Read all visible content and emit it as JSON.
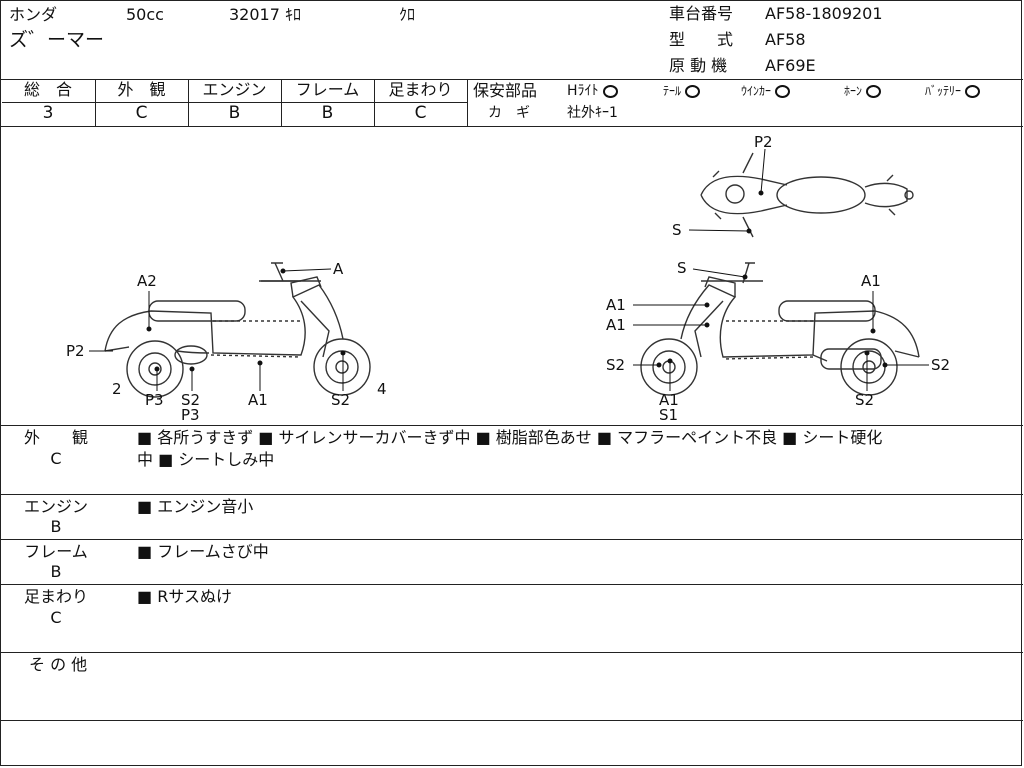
{
  "header": {
    "maker": "ホンダ",
    "displacement": "50cc",
    "mileage": "32017 ｷﾛ",
    "color": "ｸﾛ",
    "model_name": "ズ゛ーマー",
    "frame_no_label": "車台番号",
    "frame_no_value": "AF58-1809201",
    "type_label": "型　　式",
    "type_value": "AF58",
    "engine_label": "原 動 機",
    "engine_value": "AF69E"
  },
  "grades": {
    "columns": [
      {
        "label": "総　合",
        "value": "3"
      },
      {
        "label": "外　観",
        "value": "C"
      },
      {
        "label": "エンジン",
        "value": "B"
      },
      {
        "label": "フレーム",
        "value": "B"
      },
      {
        "label": "足まわり",
        "value": "C"
      }
    ]
  },
  "safety": {
    "label": "保安部品",
    "items": [
      {
        "label": "Hﾗｲﾄ",
        "mark": "○"
      },
      {
        "label": "ﾃｰﾙ",
        "mark": "○"
      },
      {
        "label": "ｳｲﾝｶｰ",
        "mark": "○"
      },
      {
        "label": "ﾎｰﾝ",
        "mark": "○"
      },
      {
        "label": "ﾊﾞｯﾃﾘｰ",
        "mark": "○"
      }
    ],
    "key_label": "カ　ギ",
    "key_value": "社外ｷｰ1"
  },
  "diagram": {
    "left_side": {
      "labels": [
        "A2",
        "P2",
        "A",
        "2",
        "P3",
        "S2",
        "P3",
        "A1",
        "S2",
        "4"
      ]
    },
    "right_side": {
      "labels": [
        "S",
        "A1",
        "A1",
        "A1",
        "S2",
        "A1",
        "S1",
        "S2",
        "S2"
      ]
    },
    "top_view": {
      "labels": [
        "P2",
        "S"
      ]
    }
  },
  "remarks": [
    {
      "category": "外　　観",
      "grade": "C",
      "lines": [
        "■ 各所うすきず ■ サイレンサーカバーきず中 ■ 樹脂部色あせ ■ マフラーペイント不良 ■ シート硬化",
        "中 ■ シートしみ中"
      ]
    },
    {
      "category": "エンジン",
      "grade": "B",
      "lines": [
        "■ エンジン音小"
      ]
    },
    {
      "category": "フレーム",
      "grade": "B",
      "lines": [
        "■ フレームさび中"
      ]
    },
    {
      "category": "足まわり",
      "grade": "C",
      "lines": [
        "■ Rサスぬけ"
      ]
    },
    {
      "category": "そ の 他",
      "grade": "",
      "lines": []
    }
  ]
}
